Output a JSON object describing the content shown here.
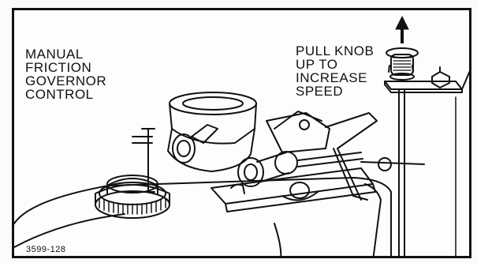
{
  "labels": {
    "left": "MANUAL\nFRICTION\nGOVERNOR\nCONTROL",
    "right": "PULL KNOB\nUP TO\nINCREASE\nSPEED",
    "figure_number": "3599-128"
  },
  "icons": {
    "arrow": "up-arrow-icon"
  },
  "colors": {
    "ink": "#111111",
    "paper": "#fdfdfd"
  }
}
